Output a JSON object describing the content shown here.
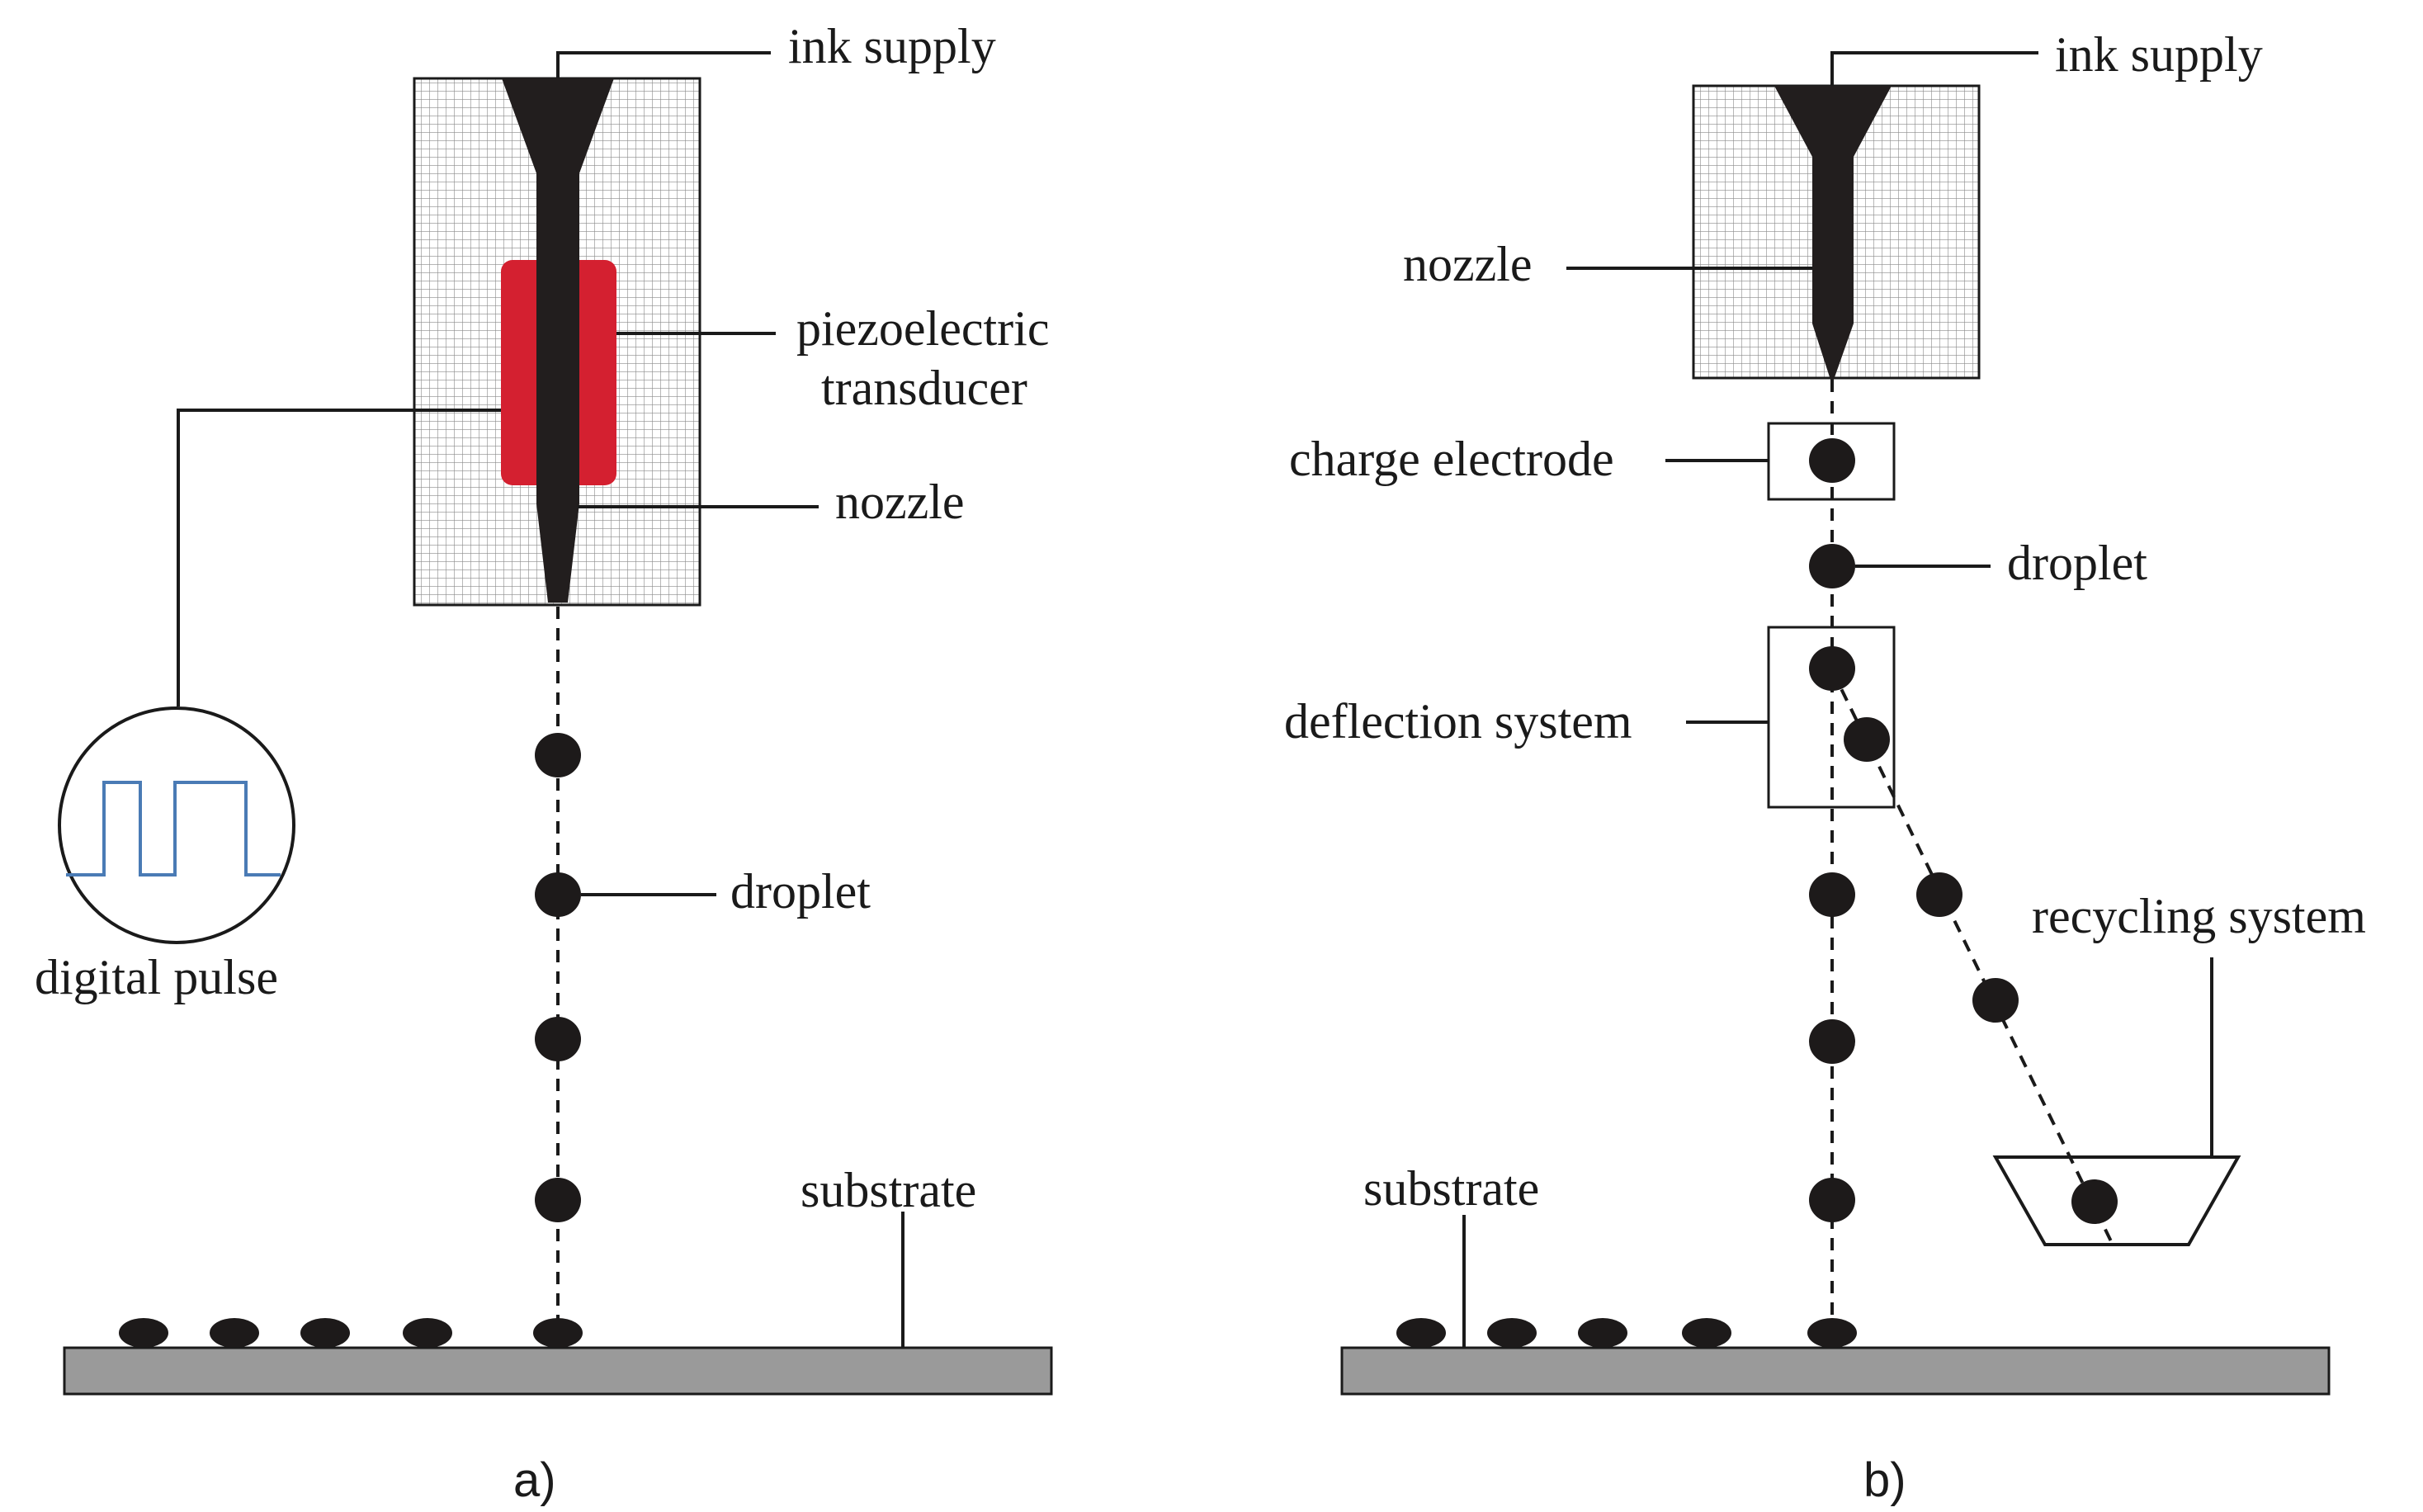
{
  "panel_a": {
    "caption": "a)",
    "labels": {
      "ink_supply": "ink supply",
      "piezo_line1": "piezoelectric",
      "piezo_line2": "transducer",
      "nozzle": "nozzle",
      "droplet": "droplet",
      "digital_pulse": "digital pulse",
      "substrate": "substrate"
    },
    "colors": {
      "transducer": "#d42030",
      "pulse_wave": "#4a7bb5"
    }
  },
  "panel_b": {
    "caption": "b)",
    "labels": {
      "ink_supply": "ink supply",
      "nozzle": "nozzle",
      "charge_electrode": "charge electrode",
      "droplet": "droplet",
      "deflection_system": "deflection system",
      "recycling_system": "recycling system",
      "substrate": "substrate"
    }
  }
}
